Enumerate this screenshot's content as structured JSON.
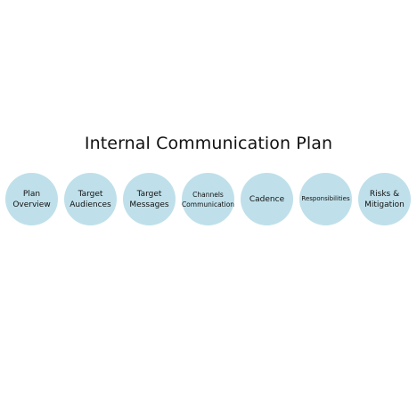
{
  "title": "Internal Communication Plan",
  "nodes": [
    {
      "label": "Plan\nOverview"
    },
    {
      "label": "Target\nAudiences"
    },
    {
      "label": "Target\nMessages"
    },
    {
      "label": "Channels\nCommunication"
    },
    {
      "label": "Cadence"
    },
    {
      "label": "Responsibilities"
    },
    {
      "label": "Risks &\nMitigation"
    }
  ],
  "colors": {
    "node_fill": "#bfe0ea",
    "text": "#111111"
  }
}
